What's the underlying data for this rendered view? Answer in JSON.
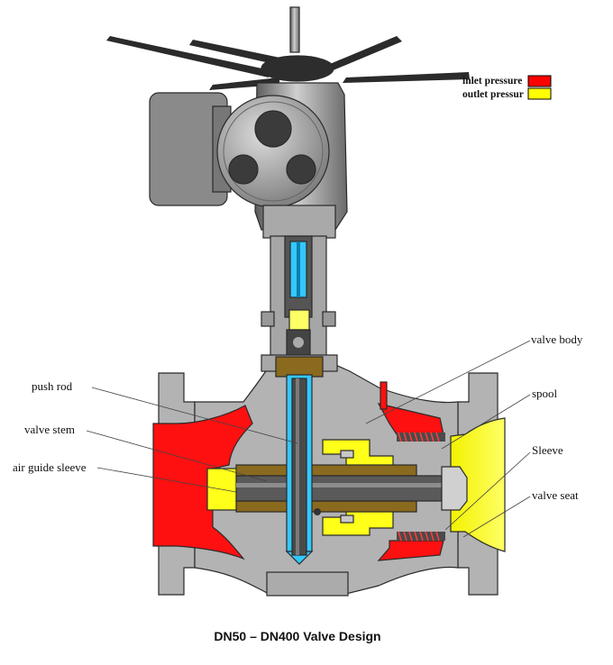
{
  "legend": {
    "items": [
      {
        "label": "inlet pressure",
        "color": "#ff0000"
      },
      {
        "label": "outlet pressur",
        "color": "#ffff00"
      }
    ]
  },
  "labels": {
    "push_rod": "push rod",
    "valve_stem": "valve stem",
    "air_guide_sleeve": "air guide sleeve",
    "valve_body": "valve body",
    "spool": "spool",
    "sleeve": "Sleeve",
    "valve_seat": "valve seat"
  },
  "caption": "DN50 – DN400 Valve Design",
  "colors": {
    "body_gray": "#b3b3b3",
    "actuator_gray": "#8c8c8c",
    "inlet_red": "#ff1010",
    "outlet_yellow": "#ffff1a",
    "stem_cyan": "#33c8ff",
    "brass": "#8a6a1e",
    "dark_steel": "#3a3a3a"
  }
}
